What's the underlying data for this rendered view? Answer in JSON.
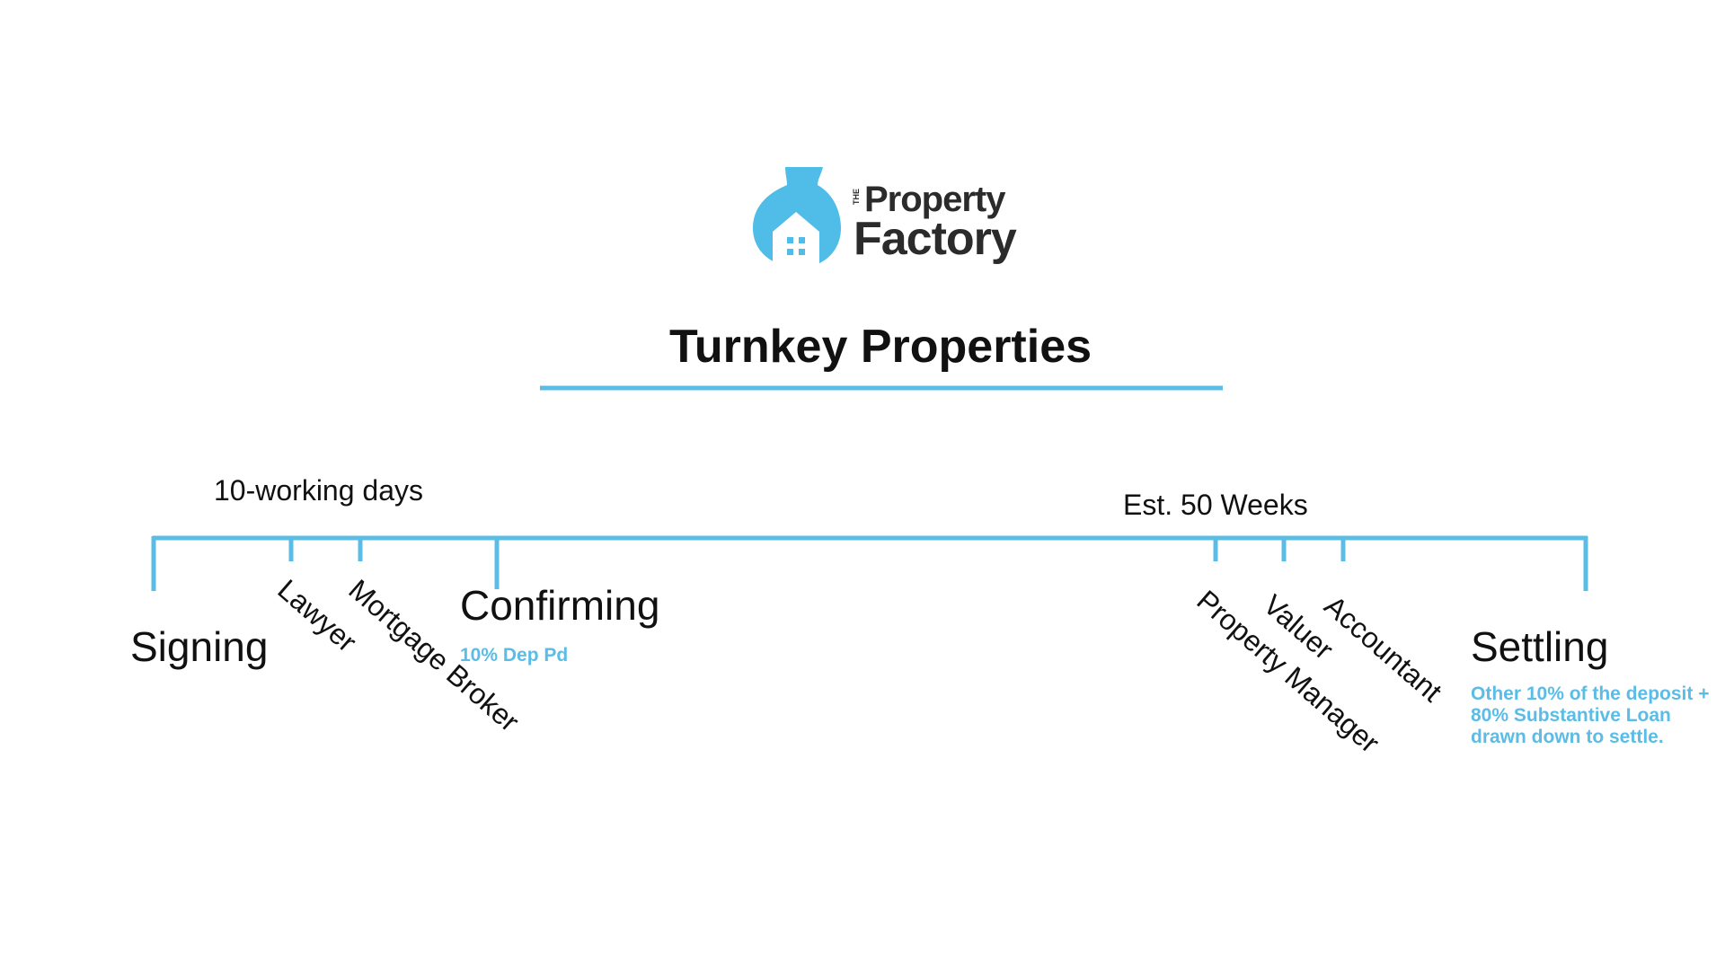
{
  "brand": {
    "the": "THE",
    "line1": "Property",
    "line2": "Factory",
    "primary_color": "#4FBDE8",
    "text_color": "#2B2B2B"
  },
  "title": "Turnkey Properties",
  "colors": {
    "accent": "#5BBCE6",
    "text": "#111111"
  },
  "timeline": {
    "durations": {
      "first": "10-working days",
      "second": "Est. 50 Weeks"
    },
    "stages": {
      "signing": "Signing",
      "confirming": "Confirming",
      "confirming_note": "10% Dep Pd",
      "settling": "Settling",
      "settling_note": "Other 10% of the deposit +\n80% Substantive Loan\ndrawn down to settle."
    },
    "parties": {
      "lawyer": "Lawyer",
      "mortgage_broker": "Mortgage Broker",
      "property_manager": "Property Manager",
      "valuer": "Valuer",
      "accountant": "Accountant"
    }
  }
}
